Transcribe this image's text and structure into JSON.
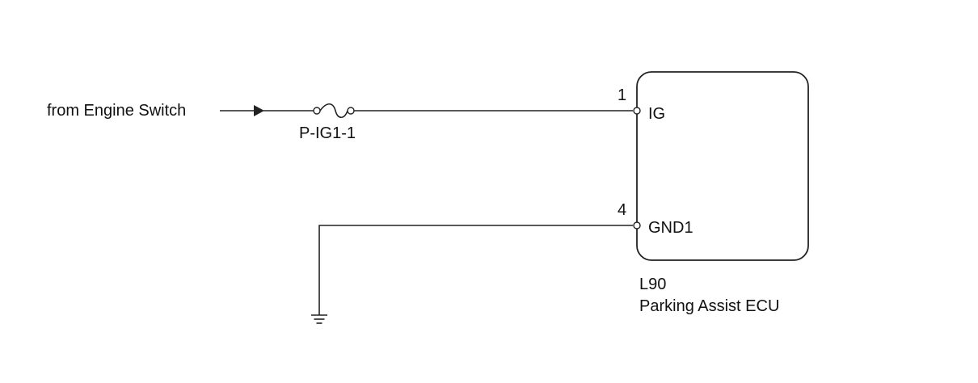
{
  "source": {
    "label": "from Engine Switch"
  },
  "fuse": {
    "label": "P-IG1-1"
  },
  "ecu": {
    "connector": "L90",
    "name": "Parking Assist ECU",
    "pins": [
      {
        "number": "1",
        "name": "IG"
      },
      {
        "number": "4",
        "name": "GND1"
      }
    ]
  },
  "colors": {
    "line": "#222222",
    "text": "#111111",
    "background": "#ffffff"
  }
}
